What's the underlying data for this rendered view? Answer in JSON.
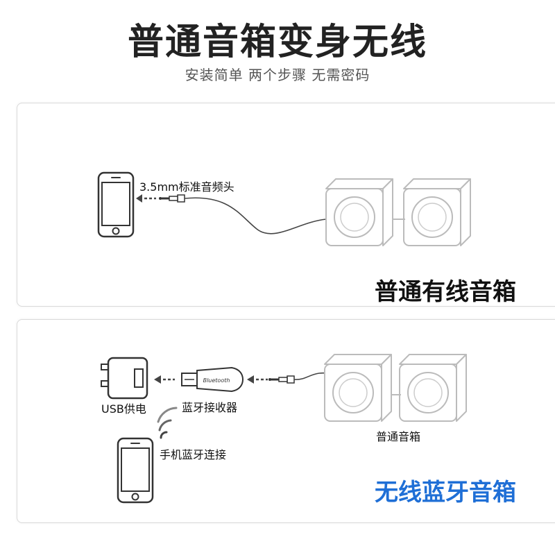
{
  "header": {
    "title": "普通音箱变身无线",
    "subtitle": "安装简单 两个步骤 无需密码"
  },
  "wired_panel": {
    "jack_label": "3.5mm标准音频头",
    "caption": "普通有线音箱"
  },
  "wireless_panel": {
    "charger_label": "USB供电",
    "receiver_label": "蓝牙接收器",
    "receiver_print": "Bluetooth",
    "phone_label": "手机蓝牙连接",
    "speaker_label": "普通音箱",
    "caption": "无线蓝牙音箱"
  },
  "colors": {
    "accent_blue": "#1f6fd6",
    "line": "#444444",
    "speaker": "#bbbbbb",
    "text": "#111111"
  }
}
